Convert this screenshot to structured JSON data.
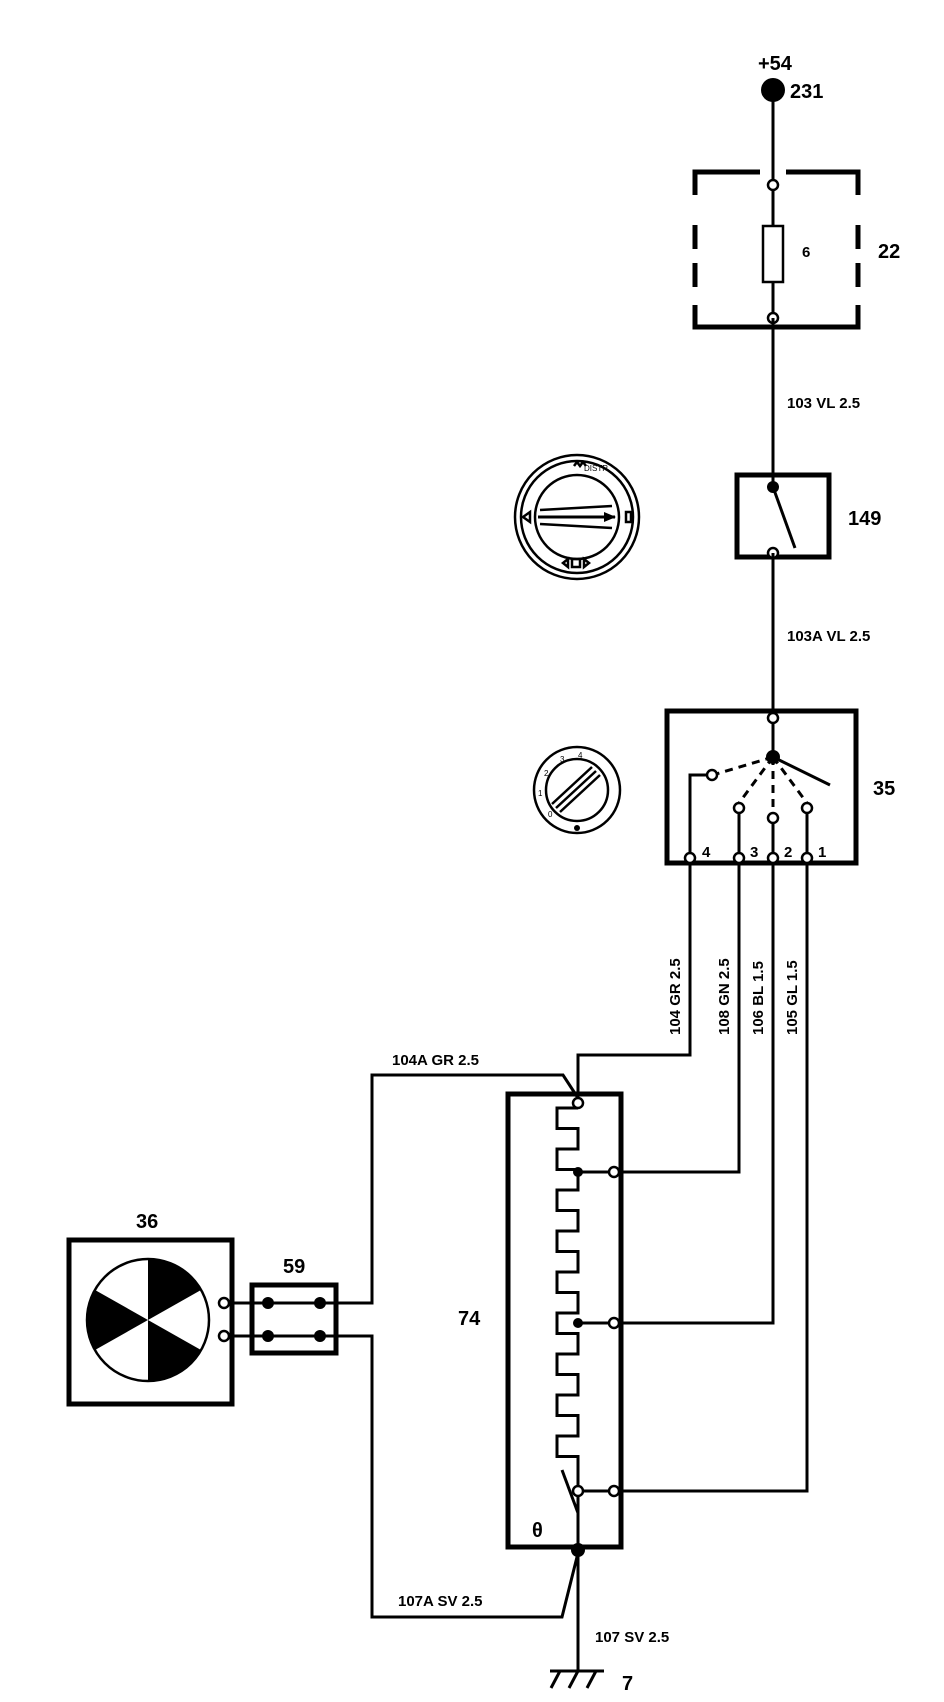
{
  "supply": {
    "voltage": "+54",
    "node": "231"
  },
  "components": {
    "fuse_box": "22",
    "fuse": "6",
    "distribution_switch": "149",
    "fan_switch": "35",
    "fan_motor": "36",
    "connector": "59",
    "resistor": "74",
    "ground": "7"
  },
  "switch_positions": [
    "4",
    "3",
    "2",
    "1"
  ],
  "dial_text": {
    "distr": "DISTR",
    "fan_scale": [
      "0",
      "1",
      "2",
      "3",
      "4"
    ]
  },
  "wires": {
    "w103": "103 VL 2.5",
    "w103a": "103A VL 2.5",
    "w104": "104 GR 2.5",
    "w108": "108 GN 2.5",
    "w106": "106 BL 1.5",
    "w105": "105 GL 1.5",
    "w104a": "104A GR 2.5",
    "w107a": "107A SV 2.5",
    "w107": "107 SV 2.5"
  },
  "thermo_symbol": "θ"
}
